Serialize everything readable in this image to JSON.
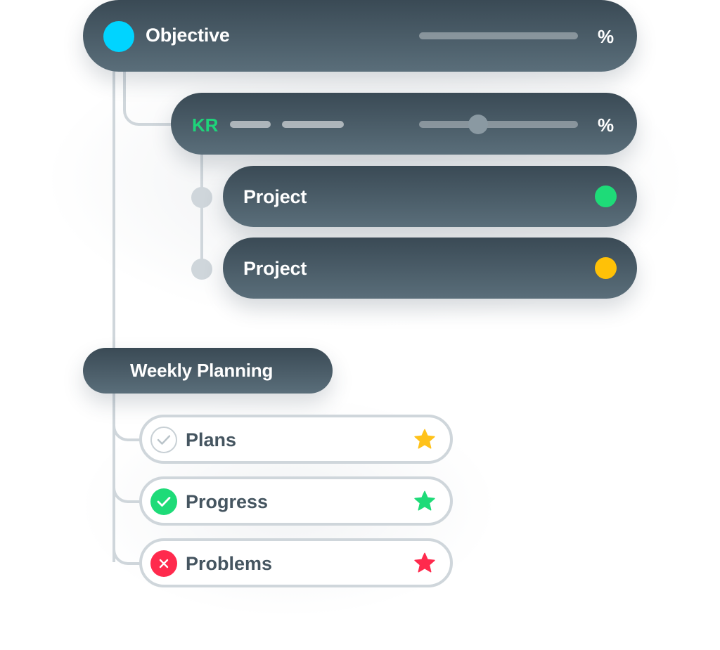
{
  "objective": {
    "label": "Objective",
    "percent": "%",
    "dot_color": "#00d4ff"
  },
  "key_result": {
    "label": "KR",
    "percent": "%",
    "label_color": "#1ed47a"
  },
  "projects": [
    {
      "label": "Project",
      "status_color": "#1edb78"
    },
    {
      "label": "Project",
      "status_color": "#ffc107"
    }
  ],
  "weekly": {
    "title": "Weekly Planning",
    "items": [
      {
        "label": "Plans",
        "state": "pending",
        "star_color": "#ffc21a",
        "icon": "check-outline-icon"
      },
      {
        "label": "Progress",
        "state": "done",
        "star_color": "#1edb78",
        "icon": "check-filled-icon"
      },
      {
        "label": "Problems",
        "state": "blocked",
        "star_color": "#ff2a4d",
        "icon": "x-filled-icon"
      }
    ]
  }
}
